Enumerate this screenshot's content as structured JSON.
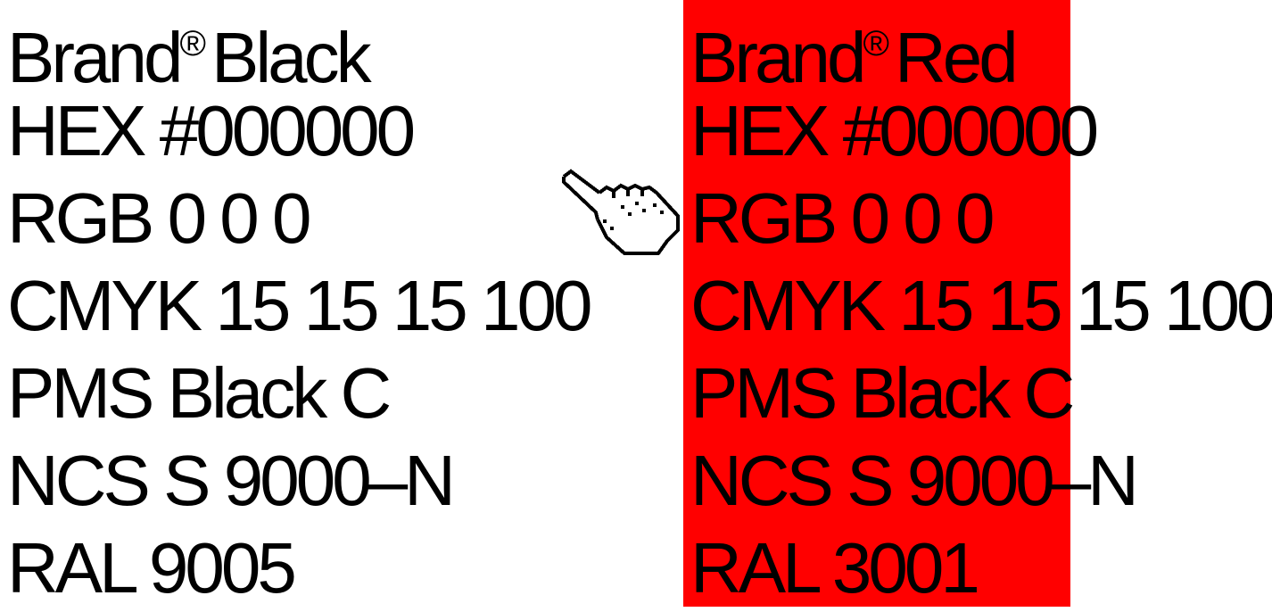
{
  "left": {
    "background": "#ffffff",
    "name": "Brand",
    "name_mark": "®",
    "name_suffix": "Black",
    "lines": [
      "HEX #000000",
      "RGB 0 0 0",
      "CMYK 15 15 15 100",
      "PMS Black C",
      "NCS S 9000–N",
      "RAL 9005"
    ]
  },
  "right": {
    "background": "#ff0000",
    "name": "Brand",
    "name_mark": "®",
    "name_suffix": "Red",
    "lines": [
      "HEX #000000",
      "RGB 0 0 0",
      "CMYK 15 15 15 100",
      "PMS Black C",
      "NCS S 9000–N",
      "RAL 3001"
    ]
  },
  "text_color": "#000000",
  "cursor_icon": "pointing-hand-cursor-icon"
}
